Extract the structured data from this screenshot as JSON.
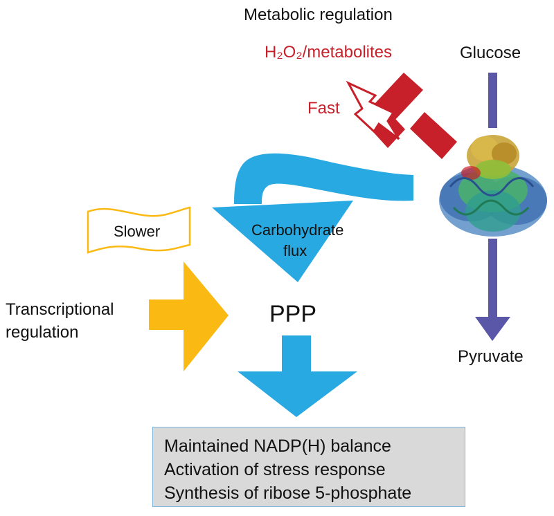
{
  "title": "Metabolic regulation",
  "inhibitor_label": "H₂O₂/metabolites",
  "fast_label": "Fast",
  "glucose_label": "Glucose",
  "pyruvate_label": "Pyruvate",
  "slower_label": "Slower",
  "transcriptional_label": [
    "Transcriptional",
    "regulation"
  ],
  "flux_label": [
    "Carbohydrate",
    "flux"
  ],
  "ppp_label": "PPP",
  "outcomes": [
    "Maintained NADP(H) balance",
    "Activation of stress response",
    "Synthesis of ribose 5-phosphate"
  ],
  "colors": {
    "inhibition_red": "#c8202a",
    "flux_blue": "#29a9e1",
    "glycolysis_purple": "#5a56a8",
    "transcription_yellow": "#fbb914",
    "outcome_box_fill": "#d9d9d9",
    "outcome_box_border": "#7ab6dd"
  },
  "icons": {
    "fast": "lightning-bolt-icon",
    "inhibit": "inhibition-t-bar-icon",
    "enzyme": "protein-structure-icon"
  }
}
